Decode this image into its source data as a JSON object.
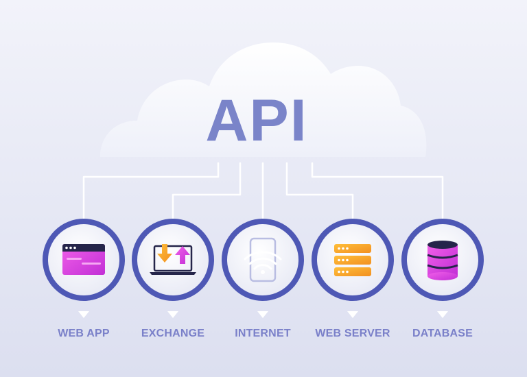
{
  "title": "API",
  "nodes": [
    {
      "label": "WEB APP",
      "icon": "browser-window-icon"
    },
    {
      "label": "EXCHANGE",
      "icon": "laptop-exchange-icon"
    },
    {
      "label": "INTERNET",
      "icon": "wifi-phone-icon"
    },
    {
      "label": "WEB SERVER",
      "icon": "server-rack-icon"
    },
    {
      "label": "DATABASE",
      "icon": "database-icon"
    }
  ],
  "colors": {
    "ring": "#4e58b5",
    "label": "#7a80c9",
    "title": "#7a84c9",
    "magenta": "#e03ee8",
    "orange": "#f7a52b",
    "dark_navy": "#25254a"
  }
}
